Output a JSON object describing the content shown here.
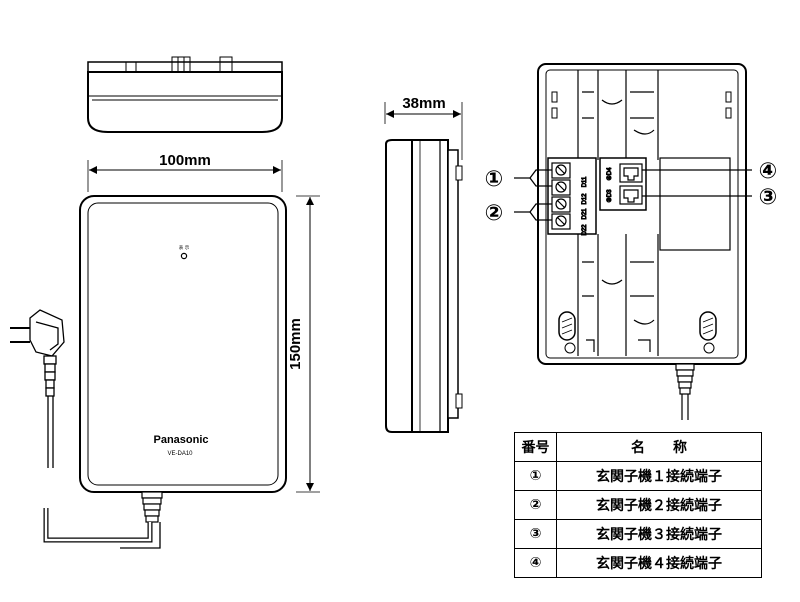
{
  "dimensions": {
    "width_label": "100mm",
    "height_label": "150mm",
    "depth_label": "38mm"
  },
  "device": {
    "brand": "Panasonic",
    "model": "VE-DA10",
    "lamp_label": "表 示"
  },
  "back_panel": {
    "terminal_labels": [
      "D11",
      "D12",
      "D21",
      "D22"
    ],
    "jack_labels": [
      "④D4",
      "③D3"
    ],
    "callouts": [
      "①",
      "②",
      "③",
      "④"
    ]
  },
  "table": {
    "headers": [
      "番号",
      "名　　称"
    ],
    "rows": [
      {
        "no": "①",
        "name": "玄関子機１接続端子"
      },
      {
        "no": "②",
        "name": "玄関子機２接続端子"
      },
      {
        "no": "③",
        "name": "玄関子機３接続端子"
      },
      {
        "no": "④",
        "name": "玄関子機４接続端子"
      }
    ]
  }
}
